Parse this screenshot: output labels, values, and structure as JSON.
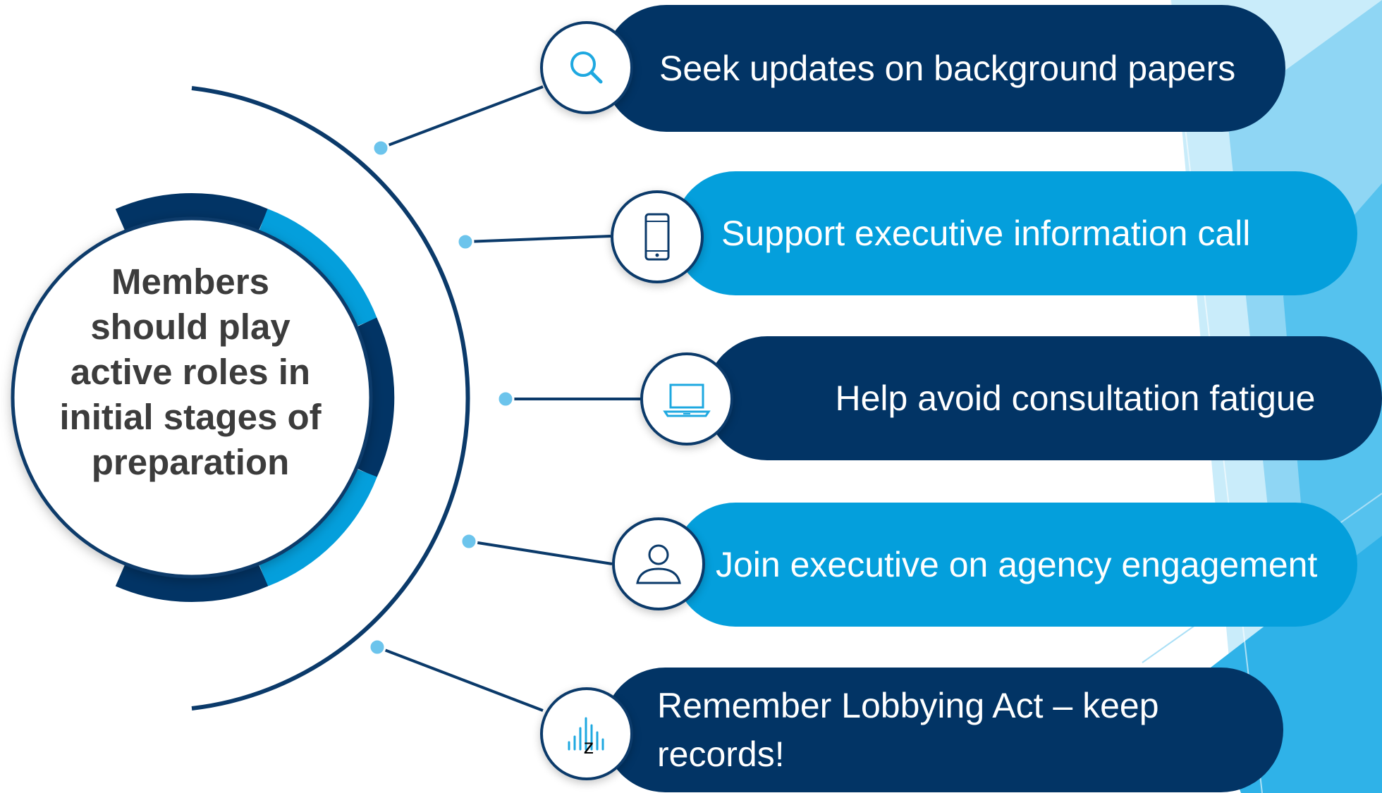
{
  "center": {
    "text": "Members should play active roles in initial stages of preparation"
  },
  "items": [
    {
      "label": "Seek updates on background papers",
      "icon": "search-icon",
      "style": "dark"
    },
    {
      "label": "Support executive information call",
      "icon": "mobile-phone-icon",
      "style": "light"
    },
    {
      "label": "Help avoid consultation fatigue",
      "icon": "laptop-icon",
      "style": "dark"
    },
    {
      "label": "Join executive on agency engagement",
      "icon": "user-icon",
      "style": "light"
    },
    {
      "label": "Remember Lobbying Act – keep records!",
      "icon": "sleep-chart-icon",
      "style": "dark"
    }
  ],
  "colors": {
    "dark": "#023465",
    "light": "#049fdc",
    "accent": "#1ea8e0",
    "background_accent": "#55c2ee"
  }
}
